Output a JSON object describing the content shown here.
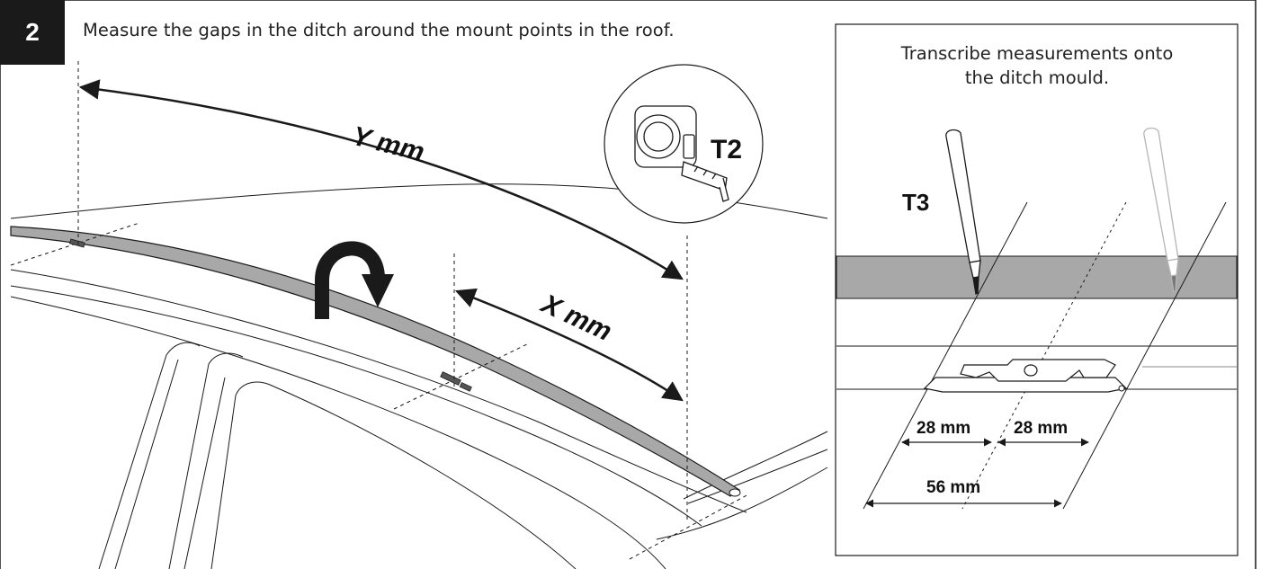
{
  "step": {
    "number": "2"
  },
  "instruction": "Measure the gaps in the ditch around the mount points in the roof.",
  "measure_labels": {
    "y": "Y mm",
    "x": "X mm"
  },
  "tool_tape": {
    "label": "T2",
    "icon": "tape-measure-icon"
  },
  "inset": {
    "title_line1": "Transcribe measurements onto",
    "title_line2": "the ditch mould.",
    "tool_pen": {
      "label": "T3",
      "icon": "marker-pen-icon"
    },
    "dim_left": "28 mm",
    "dim_right": "28 mm",
    "dim_total": "56 mm"
  },
  "colors": {
    "line": "#1a1a1a",
    "ditch_fill": "#a8a8a8",
    "badge": "#1a1a1a"
  }
}
